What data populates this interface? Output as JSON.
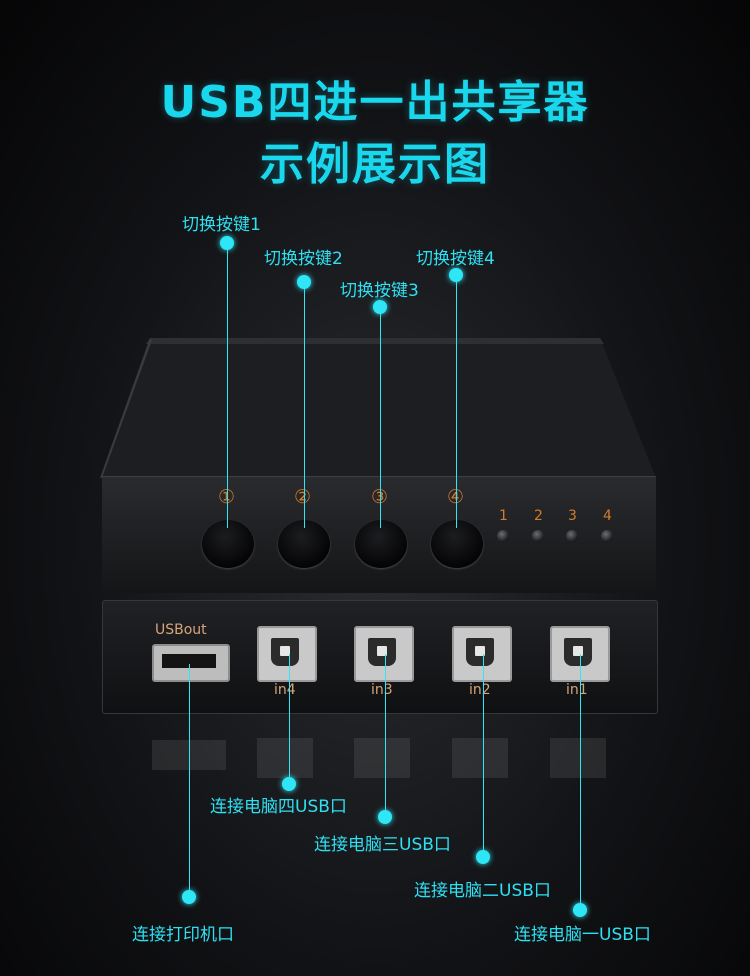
{
  "title": {
    "line1": "USB四进一出共享器",
    "line2": "示例展示图"
  },
  "colors": {
    "accent": "#19d8ee",
    "label_orange": "#d47a2c"
  },
  "device": {
    "button_numbers": [
      "①",
      "②",
      "③",
      "④"
    ],
    "led_numbers": [
      "1",
      "2",
      "3",
      "4"
    ],
    "usb_out_label": "USBout",
    "input_ports": [
      "in4",
      "in3",
      "in2",
      "in1"
    ]
  },
  "callouts": {
    "switch1": "切换按键1",
    "switch2": "切换按键2",
    "switch3": "切换按键3",
    "switch4": "切换按键4",
    "pc4": "连接电脑四USB口",
    "pc3": "连接电脑三USB口",
    "pc2": "连接电脑二USB口",
    "pc1": "连接电脑一USB口",
    "printer": "连接打印机口"
  }
}
